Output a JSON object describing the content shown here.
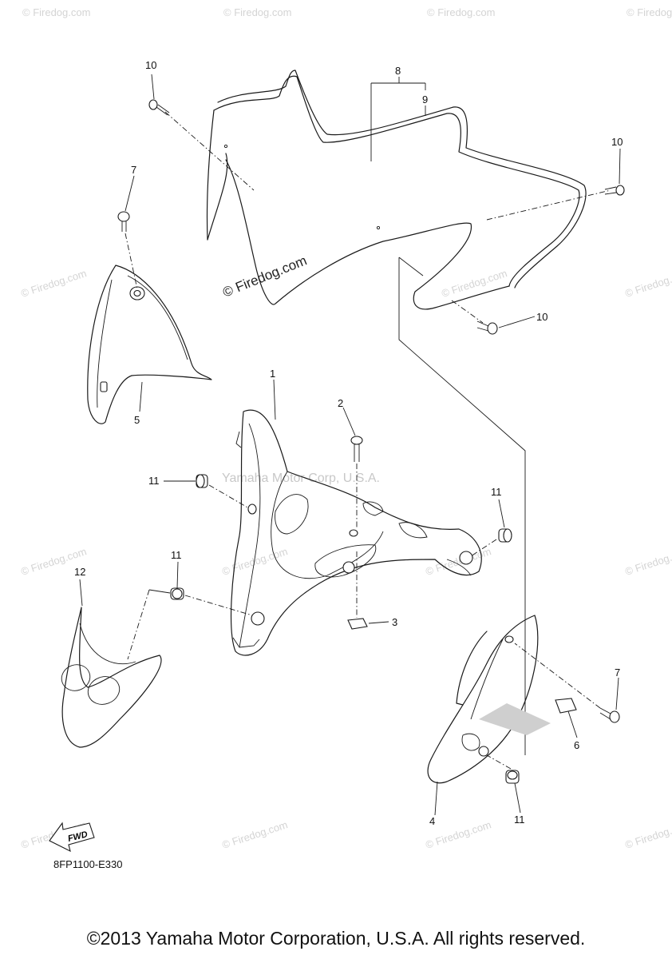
{
  "callouts": [
    {
      "id": "1",
      "label": "1"
    },
    {
      "id": "2",
      "label": "2"
    },
    {
      "id": "3",
      "label": "3"
    },
    {
      "id": "4",
      "label": "4"
    },
    {
      "id": "5",
      "label": "5"
    },
    {
      "id": "6",
      "label": "6"
    },
    {
      "id": "7a",
      "label": "7"
    },
    {
      "id": "7b",
      "label": "7"
    },
    {
      "id": "8",
      "label": "8"
    },
    {
      "id": "9",
      "label": "9"
    },
    {
      "id": "10a",
      "label": "10"
    },
    {
      "id": "10b",
      "label": "10"
    },
    {
      "id": "10c",
      "label": "10"
    },
    {
      "id": "11a",
      "label": "11"
    },
    {
      "id": "11b",
      "label": "11"
    },
    {
      "id": "11c",
      "label": "11"
    },
    {
      "id": "11d",
      "label": "11"
    },
    {
      "id": "12",
      "label": "12"
    }
  ],
  "watermark": {
    "site": "© Firedog.com",
    "site_short": "Firedog.com",
    "maker": "Yamaha Motor Corp, U.S.A."
  },
  "fwd_label": "FWD",
  "diagram_code": "8FP1100-E330",
  "copyright": "©2013 Yamaha Motor Corporation, U.S.A. All rights reserved."
}
